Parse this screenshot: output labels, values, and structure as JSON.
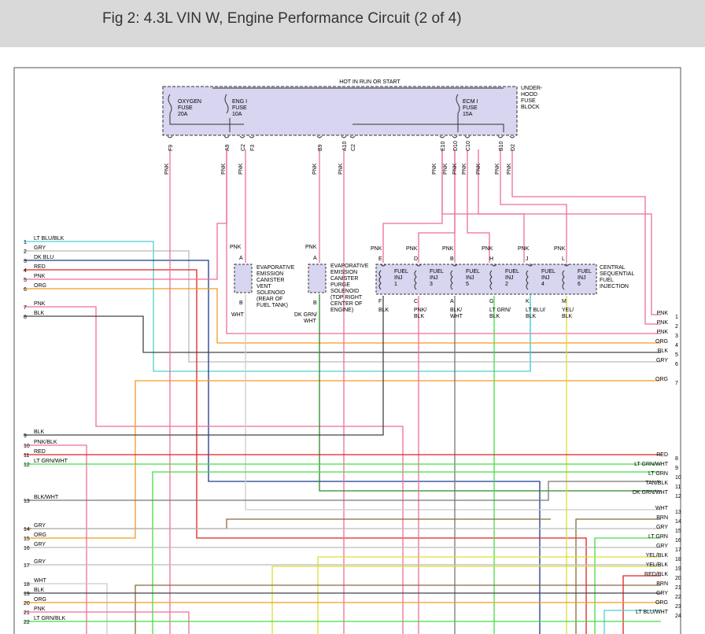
{
  "header": {
    "title": "Fig 2: 4.3L VIN W, Engine Performance Circuit (2 of 4)"
  },
  "fuse_block": {
    "hot_label": "HOT IN RUN OR START",
    "name_lines": [
      "UNDER-",
      "HOOD",
      "FUSE",
      "BLOCK"
    ],
    "fuses": [
      {
        "lines": [
          "OXYGEN",
          "FUSE",
          "20A"
        ]
      },
      {
        "lines": [
          "ENG I",
          "FUSE",
          "10A"
        ]
      },
      {
        "lines": [
          "ECM I",
          "FUSE",
          "15A"
        ]
      }
    ],
    "pins": [
      "F9",
      "A9",
      "C2",
      "F3",
      "B9",
      "A10",
      "C2",
      "E10",
      "D10",
      "C10",
      "B10",
      "D2"
    ]
  },
  "wires": {
    "pnk": "PNK",
    "pnk_k": "PNK"
  },
  "solenoids": [
    {
      "pin_top": "A",
      "pin_bottom": "B",
      "top_wire": "PNK",
      "bottom_wire": [
        "WHT"
      ],
      "label_lines": [
        "EVAPORATIVE",
        "EMISSION",
        "CANISTER",
        "VENT",
        "SOLENOID",
        "(REAR OF",
        "FUEL TANK)"
      ]
    },
    {
      "pin_top": "A",
      "pin_bottom": "B",
      "top_wire": "PNK",
      "bottom_wire": [
        "DK GRN/",
        "WHT"
      ],
      "label_lines": [
        "EVAPORATIVE",
        "EMISSION",
        "CANISTER",
        "PURGE",
        "SOLENOID",
        "(TOP RIGHT",
        "CENTER OF",
        "ENGINE)"
      ]
    }
  ],
  "injectors": {
    "label_lines": [
      "CENTRAL",
      "SEQUENTIAL",
      "FUEL",
      "INJECTION"
    ],
    "items": [
      {
        "lines": [
          "FUEL",
          "INJ",
          "1"
        ],
        "pin_top": "E",
        "pin_bottom": "F",
        "bottom_wire": [
          "BLK"
        ]
      },
      {
        "lines": [
          "FUEL",
          "INJ",
          "3"
        ],
        "pin_top": "D",
        "pin_bottom": "C",
        "bottom_wire": [
          "PNK/",
          "BLK"
        ]
      },
      {
        "lines": [
          "FUEL",
          "INJ",
          "5"
        ],
        "pin_top": "B",
        "pin_bottom": "A",
        "bottom_wire": [
          "BLK/",
          "WHT"
        ]
      },
      {
        "lines": [
          "FUEL",
          "INJ",
          "2"
        ],
        "pin_top": "H",
        "pin_bottom": "G",
        "bottom_wire": [
          "LT GRN/",
          "BLK"
        ]
      },
      {
        "lines": [
          "FUEL",
          "INJ",
          "4"
        ],
        "pin_top": "J",
        "pin_bottom": "K",
        "bottom_wire": [
          "LT BLU/",
          "BLK"
        ]
      },
      {
        "lines": [
          "FUEL",
          "INJ",
          "6"
        ],
        "pin_top": "L",
        "pin_bottom": "M",
        "bottom_wire": [
          "YEL/",
          "BLK"
        ]
      }
    ]
  },
  "left_labels": [
    {
      "num": "1",
      "name": "LT BLU/BLK",
      "color": "#50d0d0"
    },
    {
      "num": "2",
      "name": "GRY",
      "color": "#bbbbbb"
    },
    {
      "num": "3",
      "name": "DK BLU",
      "color": "#1a3a8c"
    },
    {
      "num": "4",
      "name": "RED",
      "color": "#e02020"
    },
    {
      "num": "5",
      "name": "PNK",
      "color": "#ee6e98"
    },
    {
      "num": "6",
      "name": "ORG",
      "color": "#f59a20"
    },
    {
      "num": "7",
      "name": "PNK",
      "color": "#ee6e98"
    },
    {
      "num": "8",
      "name": "BLK",
      "color": "#444444"
    },
    {
      "num": "9",
      "name": "BLK",
      "color": "#444444"
    },
    {
      "num": "10",
      "name": "PNK/BLK",
      "color": "#ee6e98"
    },
    {
      "num": "11",
      "name": "RED",
      "color": "#e02020"
    },
    {
      "num": "12",
      "name": "LT GRN/WHT",
      "color": "#44dd44"
    },
    {
      "num": "13",
      "name": "BLK/WHT",
      "color": "#777777"
    },
    {
      "num": "14",
      "name": "GRY",
      "color": "#bbbbbb"
    },
    {
      "num": "15",
      "name": "ORG",
      "color": "#f59a20"
    },
    {
      "num": "16",
      "name": "GRY",
      "color": "#bbbbbb"
    },
    {
      "num": "17",
      "name": "GRY",
      "color": "#bbbbbb"
    },
    {
      "num": "18",
      "name": "WHT",
      "color": "#cccccc"
    },
    {
      "num": "19",
      "name": "BLK",
      "color": "#444444"
    },
    {
      "num": "20",
      "name": "ORG",
      "color": "#f59a20"
    },
    {
      "num": "21",
      "name": "PNK",
      "color": "#ee6e98"
    },
    {
      "num": "22",
      "name": "LT GRN/BLK",
      "color": "#44dd44"
    }
  ],
  "right_labels": [
    {
      "num": "1",
      "name": "PNK",
      "color": "#ee6e98"
    },
    {
      "num": "2",
      "name": "PNK",
      "color": "#ee6e98"
    },
    {
      "num": "3",
      "name": "PNK",
      "color": "#ee6e98"
    },
    {
      "num": "4",
      "name": "ORG",
      "color": "#f59a20"
    },
    {
      "num": "5",
      "name": "BLK",
      "color": "#444444"
    },
    {
      "num": "6",
      "name": "GRY",
      "color": "#bbbbbb"
    },
    {
      "num": "7",
      "name": "ORG",
      "color": "#f59a20"
    },
    {
      "num": "8",
      "name": "RED",
      "color": "#e02020"
    },
    {
      "num": "9",
      "name": "LT GRN/WHT",
      "color": "#44dd44"
    },
    {
      "num": "10",
      "name": "LT GRN",
      "color": "#44dd44"
    },
    {
      "num": "11",
      "name": "TAN/BLK",
      "color": "#a08050"
    },
    {
      "num": "12",
      "name": "DK GRN/WHT",
      "color": "#2a8a2a"
    },
    {
      "num": "13",
      "name": "WHT",
      "color": "#cccccc"
    },
    {
      "num": "14",
      "name": "BRN",
      "color": "#8a6a3a"
    },
    {
      "num": "15",
      "name": "GRY",
      "color": "#bbbbbb"
    },
    {
      "num": "16",
      "name": "LT GRN",
      "color": "#44dd44"
    },
    {
      "num": "17",
      "name": "GRY",
      "color": "#bbbbbb"
    },
    {
      "num": "18",
      "name": "YEL/BLK",
      "color": "#dddd33"
    },
    {
      "num": "19",
      "name": "YEL/BLK",
      "color": "#dddd33"
    },
    {
      "num": "20",
      "name": "RED/BLK",
      "color": "#e02020"
    },
    {
      "num": "21",
      "name": "BRN",
      "color": "#8a6a3a"
    },
    {
      "num": "22",
      "name": "GRY",
      "color": "#bbbbbb"
    },
    {
      "num": "23",
      "name": "ORG",
      "color": "#f59a20"
    },
    {
      "num": "24",
      "name": "LT BLU/WHT",
      "color": "#50d0d0"
    }
  ]
}
